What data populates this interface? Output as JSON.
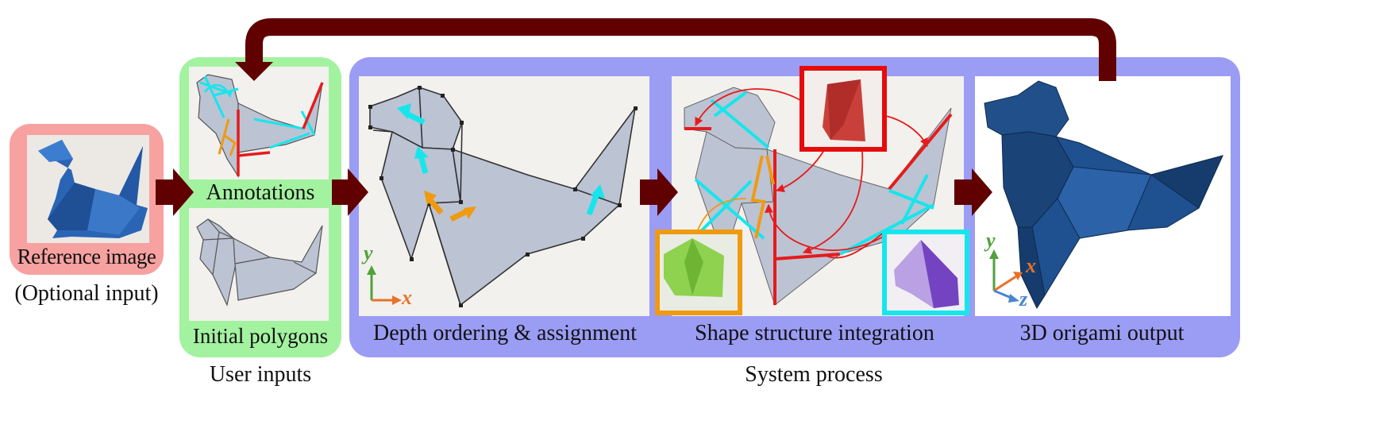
{
  "colors": {
    "arrow": "#600000",
    "reference_panel": "#f7a1a1",
    "user_panel": "#a3f2a0",
    "system_panel": "#9b9cf4",
    "polygon_fill": "#bcc3d3",
    "cyan": "#16e6ec",
    "orange": "#f09a10",
    "red": "#e61b1b",
    "origami_blue": "#1e4f8f"
  },
  "reference": {
    "label": "Reference image",
    "note": "(Optional input)"
  },
  "user": {
    "annotations_label": "Annotations",
    "polygons_label": "Initial polygons",
    "group_label": "User inputs"
  },
  "system": {
    "depth_label": "Depth ordering & assignment",
    "integration_label": "Shape structure integration",
    "output_label": "3D origami output",
    "group_label": "System process"
  },
  "axes": {
    "y": "y",
    "x": "x",
    "z": "z"
  },
  "icons": [
    "flow-arrow",
    "feedback-arrow",
    "depth-arrow",
    "inset-photo"
  ]
}
